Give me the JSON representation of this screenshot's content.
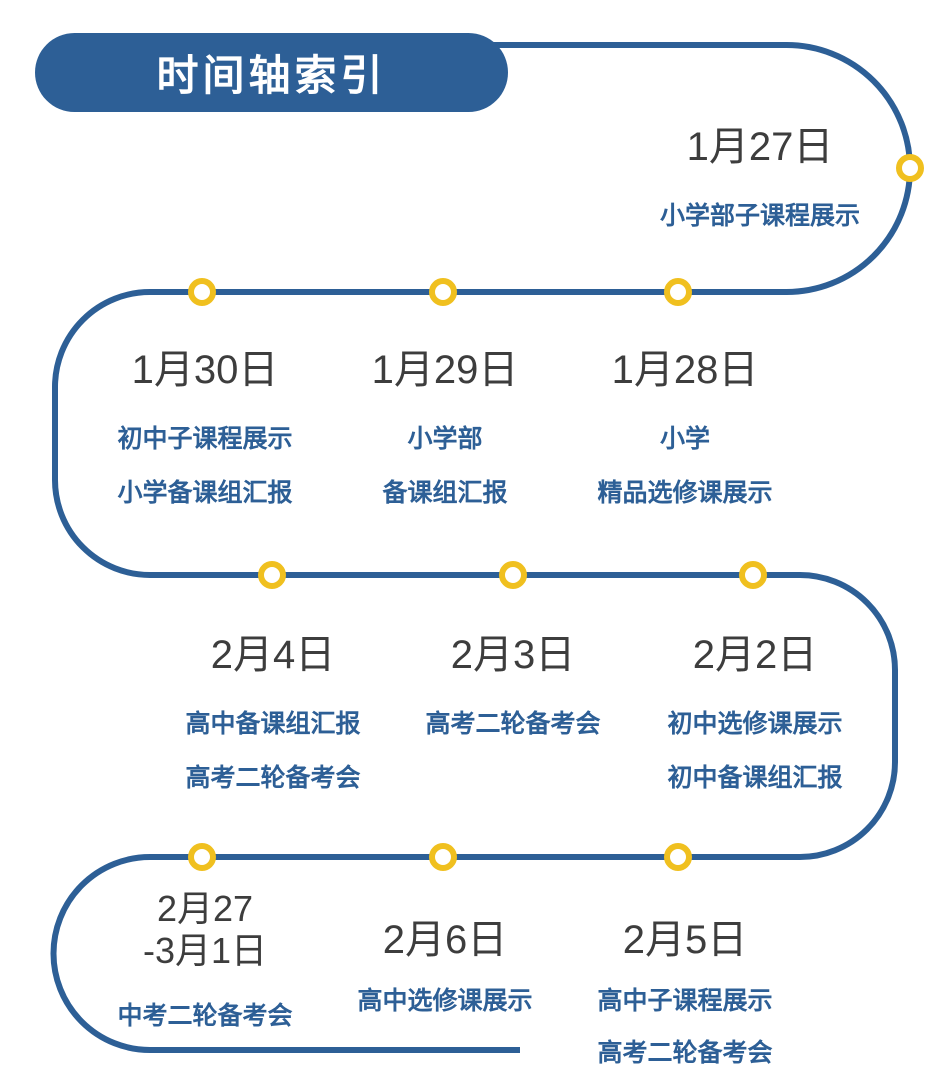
{
  "page": {
    "title": "时间轴索引"
  },
  "colors": {
    "line_blue": "#2d5f96",
    "node_yellow": "#f0c01f",
    "date_text": "#3d3d3d",
    "event_text": "#2d5f96",
    "background": "#ffffff"
  },
  "timeline": {
    "entries": [
      {
        "date": "1月27日",
        "events": [
          "小学部子课程展示"
        ]
      },
      {
        "date": "1月30日",
        "events": [
          "初中子课程展示",
          "小学备课组汇报"
        ]
      },
      {
        "date": "1月29日",
        "events": [
          "小学部",
          "备课组汇报"
        ]
      },
      {
        "date": "1月28日",
        "events": [
          "小学",
          "精品选修课展示"
        ]
      },
      {
        "date": "2月4日",
        "events": [
          "高中备课组汇报",
          "高考二轮备考会"
        ]
      },
      {
        "date": "2月3日",
        "events": [
          "高考二轮备考会"
        ]
      },
      {
        "date": "2月2日",
        "events": [
          "初中选修课展示",
          "初中备课组汇报"
        ]
      },
      {
        "date": "2月27\n-3月1日",
        "events": [
          "中考二轮备考会"
        ]
      },
      {
        "date": "2月6日",
        "events": [
          "高中选修课展示"
        ]
      },
      {
        "date": "2月5日",
        "events": [
          "高中子课程展示",
          "高考二轮备考会"
        ]
      }
    ]
  }
}
